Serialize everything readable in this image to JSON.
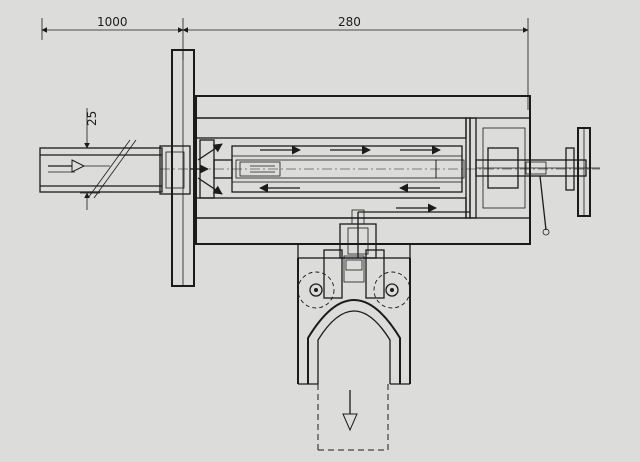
{
  "diagram": {
    "dimensions": {
      "left_length": "1000",
      "total_length": "280",
      "pipe_gap": "25"
    },
    "colors": {
      "paper": "#dcdcda",
      "ink": "#1b1b1b",
      "hatch_fill": "#d2d2d0"
    }
  }
}
